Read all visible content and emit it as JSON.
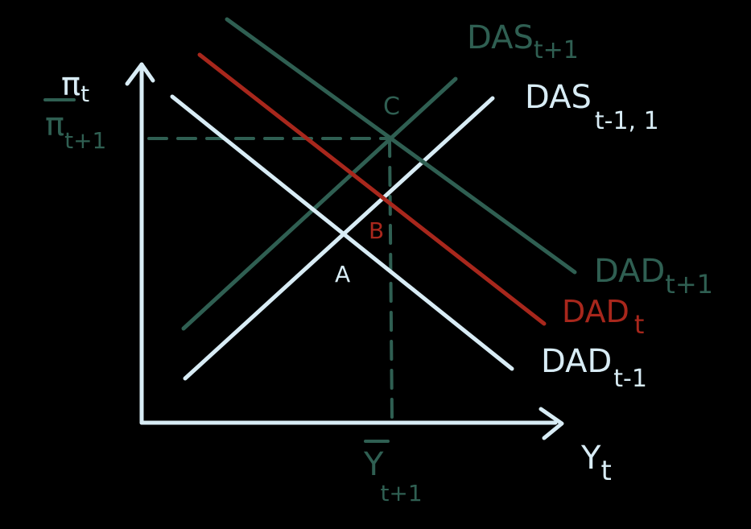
{
  "colors": {
    "background": "#000000",
    "light": "#d8ecf5",
    "green": "#2f5f52",
    "red": "#a8271c"
  },
  "axes": {
    "y_label_main": "π",
    "y_label_sub": "t",
    "x_label_main": "Y",
    "x_label_sub": "t",
    "y_marker_main": "π",
    "y_marker_sub": "t+1",
    "x_marker_main": "Y",
    "x_marker_sub": "t+1"
  },
  "curves": {
    "das_t_plus_1": {
      "main": "DAS",
      "sub": "t+1"
    },
    "das_t_minus_1": {
      "main": "DAS",
      "sub": "t-1, 1"
    },
    "dad_t_plus_1": {
      "main": "DAD",
      "sub": "t+1"
    },
    "dad_t": {
      "main": "DAD",
      "sub": "t"
    },
    "dad_t_minus_1": {
      "main": "DAD",
      "sub": "t-1"
    }
  },
  "points": {
    "a": "A",
    "b": "B",
    "c": "C"
  }
}
